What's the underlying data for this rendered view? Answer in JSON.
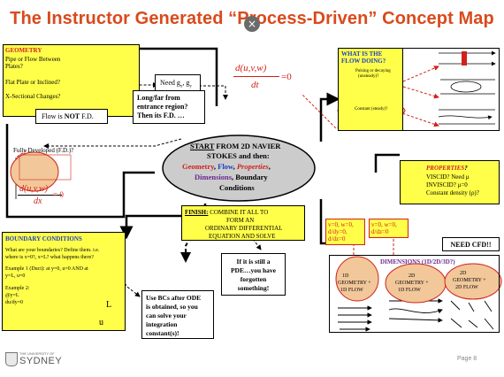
{
  "title": "The Instructor Generated “Process-Driven” Concept Map",
  "close_symbol": "×",
  "geometry": {
    "heading": "GEOMETRY",
    "pipe_or_flow": "Pipe or Flow Between",
    "plates": "Plates?",
    "flat_plate": "Flat Plate or Inclined?",
    "sectional_changes": "X-Sectional Changes?"
  },
  "need_g": "Need g",
  "need_g_sub": "x",
  "need_g_mid": ", g",
  "need_g_sub2": "y",
  "flow_not_fd": {
    "prefix": "Flow is ",
    "bold": "NOT",
    "suffix": " F.D."
  },
  "long_far": [
    "Long/far from",
    "entrance region?",
    "Then its F.D. …"
  ],
  "fully_developed": "Fully Developed (F.D.)?",
  "ddt_eq": {
    "numer": "d(u,v,w)",
    "denom": "dt",
    "rhs": "=0"
  },
  "ddx_eq": {
    "numer": "d(u,v,w)",
    "denom": "dx",
    "rhs": "= 0"
  },
  "what_is_flow": {
    "heading": [
      "WHAT IS THE",
      "FLOW DOING?"
    ],
    "pulsing": [
      "Pulsing or decaying",
      "(unsteady)?"
    ],
    "constant": "Constant (steady)?"
  },
  "start_ellipse": {
    "start": "START",
    "line1_rest": " FROM 2D NAVIER",
    "line2": "STOKES and then:",
    "geometry": "Geometry",
    "flow": "Flow",
    "properties": "Properties",
    "dimensions": "Dimensions",
    "boundary": "Boundary",
    "conditions": "Conditions"
  },
  "properties": {
    "heading": "PROPERTIES",
    "viscid": "VISCID? Need μ",
    "inviscid": "INVISCID? μ=0",
    "density": "Constant density (ρ)?"
  },
  "finish": {
    "finish": "FINISH:",
    "line1_rest": " COMBINE IT ALL TO",
    "line2": "FORM AN",
    "line3": "ORDINARY DIFFERENTIAL",
    "line4": "EQUATION AND SOLVE"
  },
  "boundary": {
    "heading": "BOUNDARY CONDITIONS",
    "q1": "What are your boundaries? Define them. i.e.",
    "q2": "where is x=0?, x=L? what happens there?",
    "ex1a": "Example 1 (Duct): at y=0, u=0 AND at",
    "ex1b": "y=L, u=0",
    "ex2a": "Example 2:",
    "ex2b": "@y=L",
    "ex2c": "du/dy=0",
    "L": "L",
    "u": "u"
  },
  "use_bcs": [
    "Use BCs after ODE",
    "is obtained, so you",
    "can solve your",
    "integration",
    "constant(s)!"
  ],
  "pde": [
    "If it is still a",
    "PDE…you have",
    "forgotten",
    "something!"
  ],
  "dims_left": [
    "v=0, w=0,",
    "d/dy=0,",
    "d/dz=0"
  ],
  "dims_right": [
    "v=0, w=0,",
    "d/dz=0"
  ],
  "need_cfd": "NEED CFD!!",
  "dimensions": {
    "heading": "DIMENSIONS (1D/2D/3D?)",
    "d1": [
      "1D",
      "GEOMETRY +",
      "1D FLOW"
    ],
    "d2": [
      "2D",
      "GEOMETRY +",
      "1D FLOW"
    ],
    "d3": [
      "2D",
      "GEOMETRY +",
      "2D FLOW"
    ]
  },
  "footer": {
    "logo_top": "THE UNIVERSITY OF",
    "logo_bottom": "SYDNEY",
    "page": "Page 8"
  },
  "colors": {
    "title": "#d94a1c",
    "box": "#ffff4a",
    "arrow_red": "#d0221a",
    "ellipse_fill": "#f2c79a",
    "start_fill": "#cccccc",
    "flow_blue": "#1f3fbf",
    "dims_purple": "#6b2a8f"
  }
}
